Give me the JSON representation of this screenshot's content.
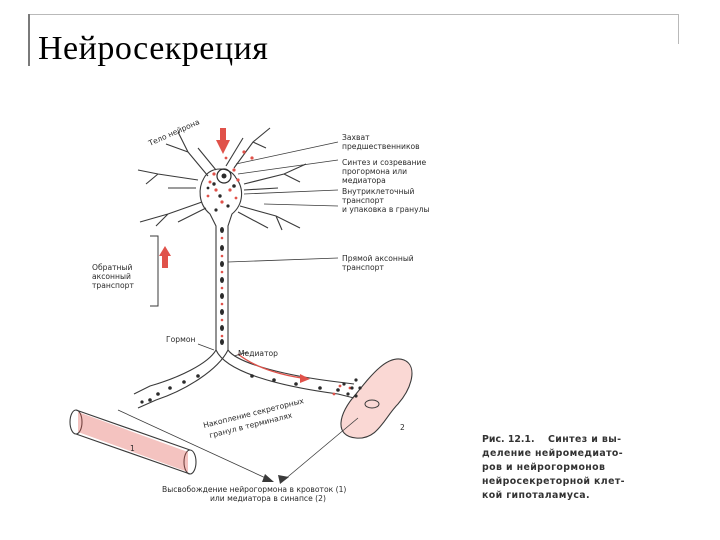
{
  "slide": {
    "title": "Нейросекреция"
  },
  "figure": {
    "labels": {
      "soma": "Тело нейрона",
      "capture_1": "Захват",
      "capture_2": "предшественников",
      "synth_1": "Синтез и созревание",
      "synth_2": "прогормона или",
      "synth_3": "медиатора",
      "intra_1": "Внутриклеточный",
      "intra_2": "транспорт",
      "intra_3": "и упаковка в гранулы",
      "retro_1": "Обратный",
      "retro_2": "аксонный",
      "retro_3": "транспорт",
      "antero_1": "Прямой аксонный",
      "antero_2": "транспорт",
      "hormone": "Гормон",
      "mediator": "Медиатор",
      "accum_1": "Накопление секреторных",
      "accum_2": "гранул в терминалях",
      "num_1": "1",
      "num_2": "2",
      "release_1": "Высвобождение нейрогормона в кровоток (1)",
      "release_2": "или медиатора в синапсе (2)"
    },
    "caption": {
      "line1_a": "Рис. 12.1.",
      "line1_b": "Синтез и вы-",
      "line2": "деление нейромедиато-",
      "line3": "ров и нейрогормонов",
      "line4": "нейросекреторной клет-",
      "line5": "кой гипоталамуса."
    },
    "colors": {
      "ink": "#3a3a3a",
      "accent_red": "#e0524a",
      "granule_dark": "#2b2b2b"
    }
  }
}
